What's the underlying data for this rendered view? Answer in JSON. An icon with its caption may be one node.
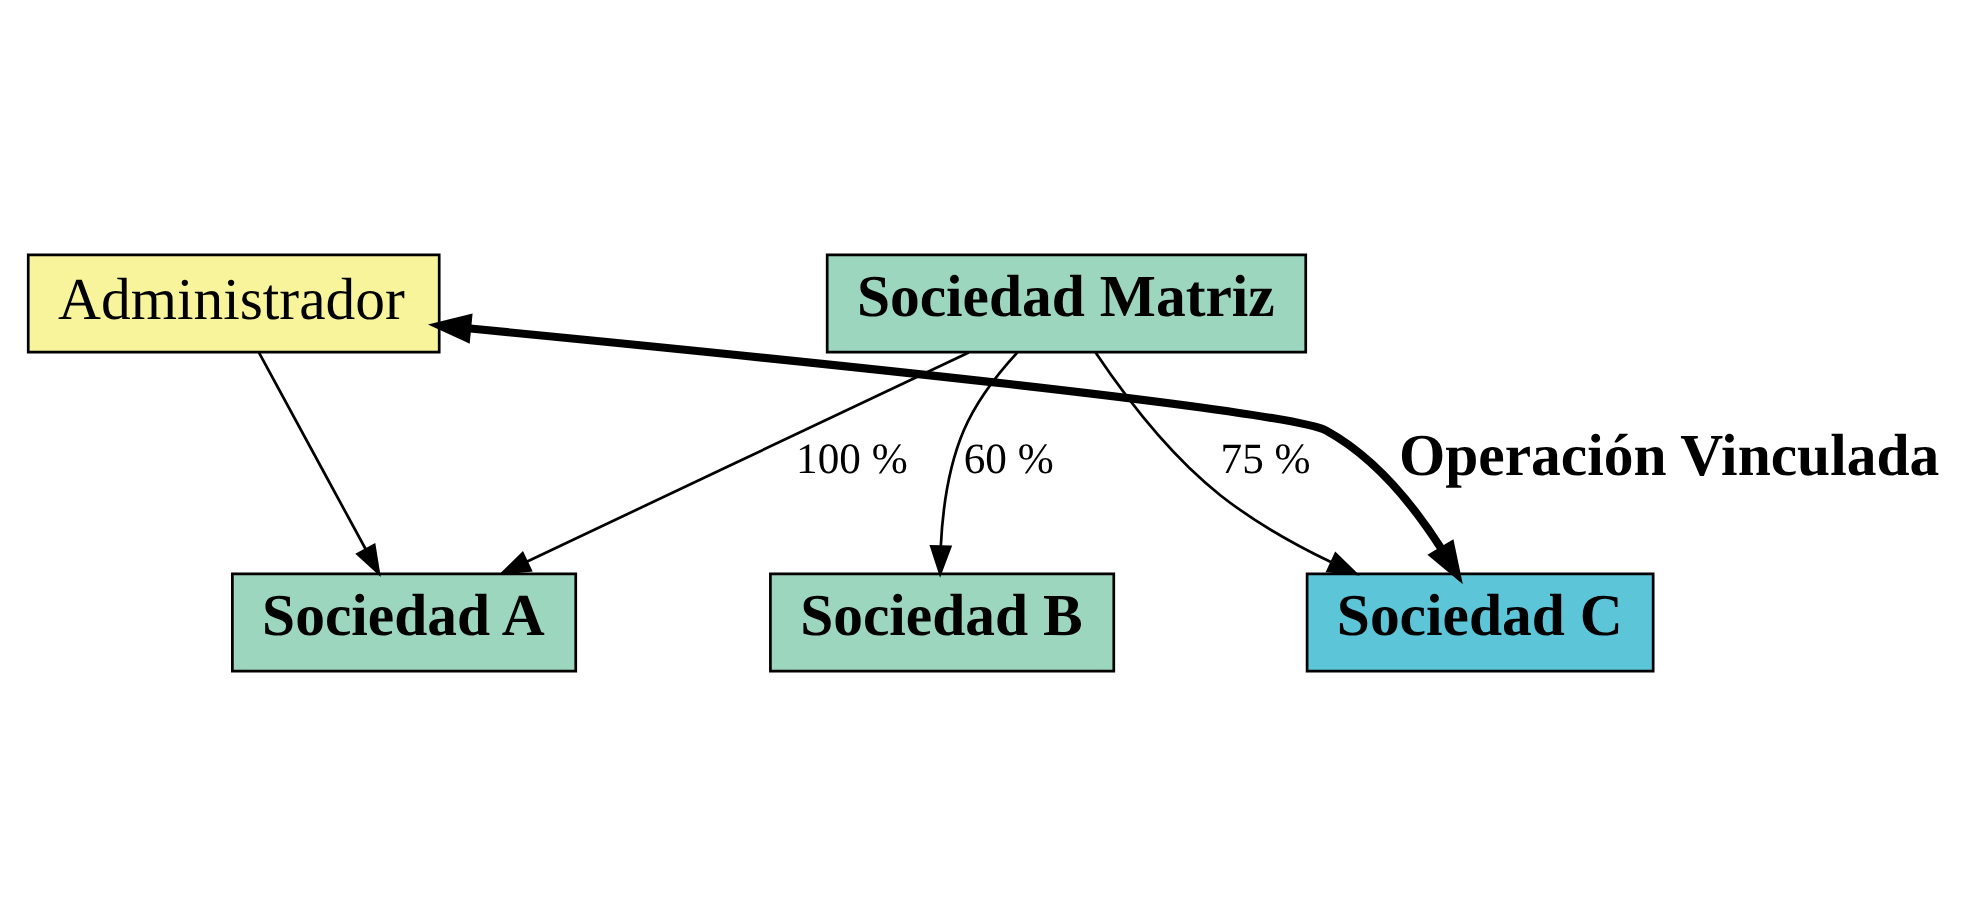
{
  "diagram": {
    "nodes": [
      {
        "text": [
          "Sociedad Matriz"
        ]
      },
      {
        "text": [
          "Administrador"
        ]
      },
      {
        "text": [
          "Sociedad A"
        ]
      },
      {
        "text": [
          "Sociedad B"
        ]
      },
      {
        "text": [
          "Sociedad C"
        ]
      }
    ],
    "edges": [
      {
        "from": 0,
        "to": 2,
        "arrow": "to",
        "label": "100 %"
      },
      {
        "from": 0,
        "to": 3,
        "arrow": "to",
        "label": "60 %"
      },
      {
        "from": 0,
        "to": 4,
        "arrow": "to",
        "label": "75 %"
      },
      {
        "from": 1,
        "to": 2,
        "arrow": "to"
      },
      {
        "from": 1,
        "to": 4,
        "arrow": "both",
        "style": "thick",
        "label": "Operación Vinculada"
      }
    ]
  }
}
